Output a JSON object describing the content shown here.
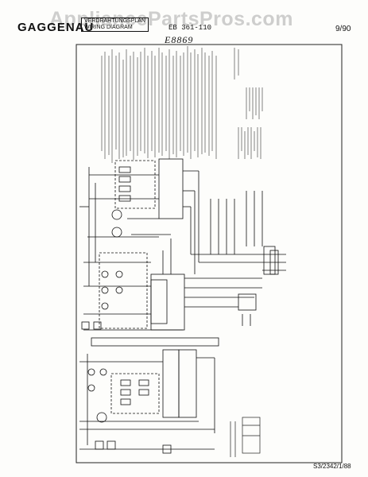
{
  "header": {
    "brand": "GAGGENAU",
    "watermark": "AppliancePartsPros.com",
    "title_line_1": "VERDRAHTUNGSPLAN",
    "title_line_2": "WIRING DIAGRAM",
    "model": "EB 361-110",
    "date": "9/90"
  },
  "drawing_id": "E8869",
  "footer": {
    "doc_number": "S3/2342/1/88"
  }
}
